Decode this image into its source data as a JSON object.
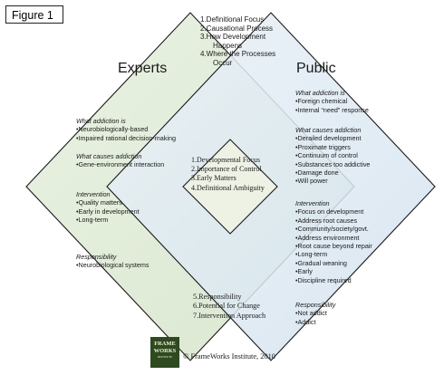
{
  "figure_label": "Figure 1",
  "left_title": "Experts",
  "right_title": "Public",
  "top_items": [
    "1.Definitional Focus",
    "2.Causational Process",
    "3.How Development",
    "Happens",
    "4.Where the Processes",
    "Occur"
  ],
  "center_items": [
    "1.Developmental Focus",
    "2.Importance of Control",
    "3.Early Matters",
    "4.Definitional Ambiguity"
  ],
  "bottom_items": [
    "5.Responsibility",
    "6.Potential for Change",
    "7.Intervention Approach"
  ],
  "experts": {
    "addiction_heading": "What addiction is",
    "addiction_items": [
      "•Neurobiologically-based",
      "•Impaired rational decision-making"
    ],
    "causes_heading": "What causes addiction",
    "causes_items": [
      "•Gene-environment interaction"
    ],
    "intervention_heading": "Intervention",
    "intervention_items": [
      "•Quality matters",
      "•Early in development",
      "•Long-term"
    ],
    "responsibility_heading": "Responsibility",
    "responsibility_items": [
      "•Neurobiological systems"
    ]
  },
  "public": {
    "addiction_heading": "What addiction is",
    "addiction_items": [
      "•Foreign chemical",
      "•Internal “need” response"
    ],
    "causes_heading": "What causes addiction",
    "causes_items": [
      "•Derailed development",
      "•Proximate triggers",
      "•Continuum of control",
      "•Substances too addictive",
      "•Damage done",
      "•Will power"
    ],
    "intervention_heading": "Intervention",
    "intervention_items": [
      "•Focus on development",
      "•Address root causes",
      "•Community/society/govt.",
      "•Address environment",
      "•Root cause beyond repair",
      "•Long-term",
      "•Gradual weaning",
      "•Early",
      "•Discipline required"
    ],
    "responsibility_heading": "Responsibility",
    "responsibility_items": [
      "•Not addict",
      "•Addict"
    ]
  },
  "logo": {
    "line1": "FRAME",
    "line2": "WORKS",
    "tagline": "INSTITUTE"
  },
  "copyright": "© FrameWorks Institute, 2010",
  "colors": {
    "left_fill": "#e6efdf",
    "right_fill": "#e3edf5",
    "overlap_fill": "#eef2e4",
    "stroke": "#1a1a1a"
  }
}
